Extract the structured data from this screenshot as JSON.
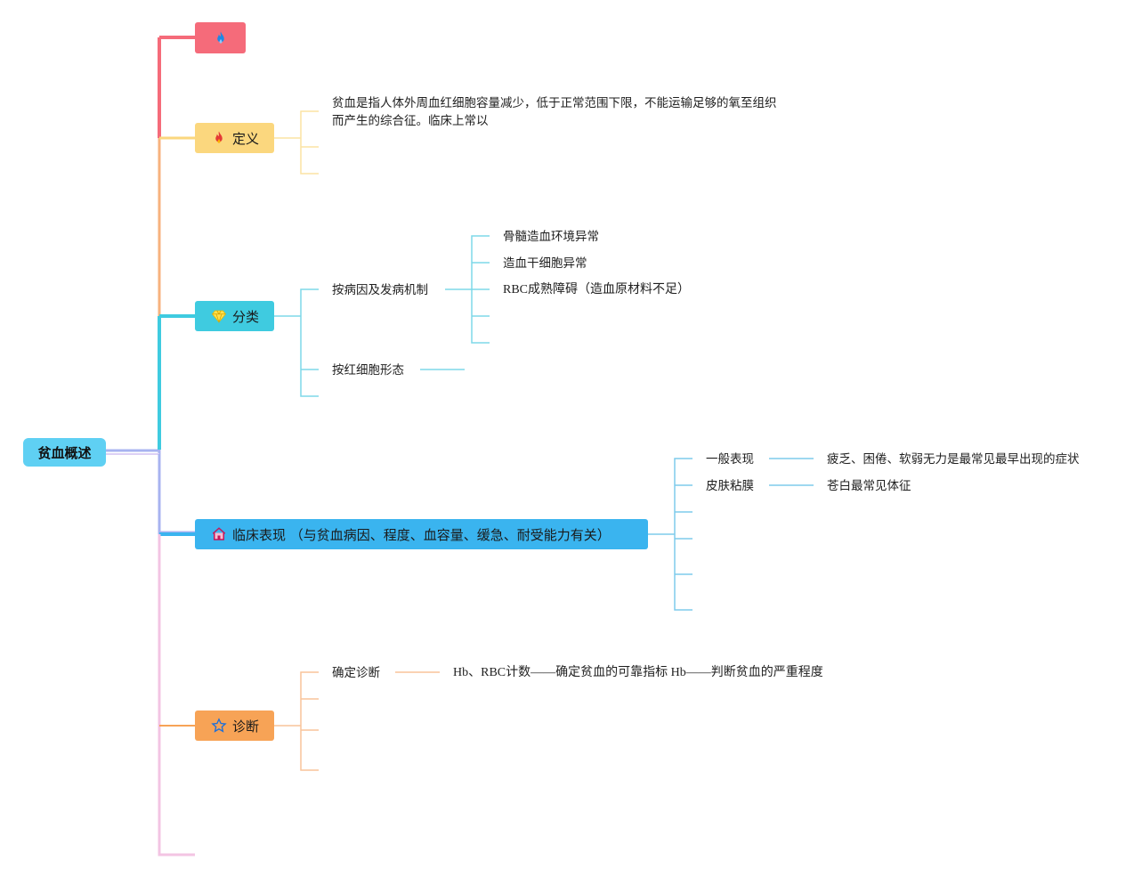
{
  "root": {
    "label": "贫血概述"
  },
  "colors": {
    "top": "#f56b7a",
    "definition": "#fbd77e",
    "classification": "#3fcbe0",
    "clinical": "#3ab4ef",
    "diagnosis": "#f7a356",
    "bottom": "#f3c4e3",
    "root": "#5fd0f3"
  },
  "branches": {
    "top": {
      "label": "",
      "icon": "flame-icon-blue"
    },
    "definition": {
      "label": "定义",
      "icon": "flame-icon-red",
      "text": "贫血是指人体外周血红细胞容量减少，低于正常范围下限，不能运输足够的氧至组织而产生的综合征。临床上常以"
    },
    "classification": {
      "label": "分类",
      "icon": "diamond-icon",
      "items": [
        {
          "label": "按病因及发病机制",
          "children": [
            "骨髓造血环境异常",
            "造血干细胞异常",
            "RBC成熟障碍（造血原材料不足）"
          ]
        },
        {
          "label": "按红细胞形态"
        }
      ]
    },
    "clinical": {
      "label": "临床表现 （与贫血病因、程度、血容量、缓急、耐受能力有关）",
      "icon": "house-icon",
      "items": [
        {
          "label": "一般表现",
          "detail": "疲乏、困倦、软弱无力是最常见最早出现的症状"
        },
        {
          "label": "皮肤粘膜",
          "detail": "苍白最常见体征"
        }
      ]
    },
    "diagnosis": {
      "label": "诊断",
      "icon": "star-icon",
      "items": [
        {
          "label": "确定诊断",
          "detail": "Hb、RBC计数——确定贫血的可靠指标 Hb——判断贫血的严重程度"
        }
      ]
    }
  }
}
